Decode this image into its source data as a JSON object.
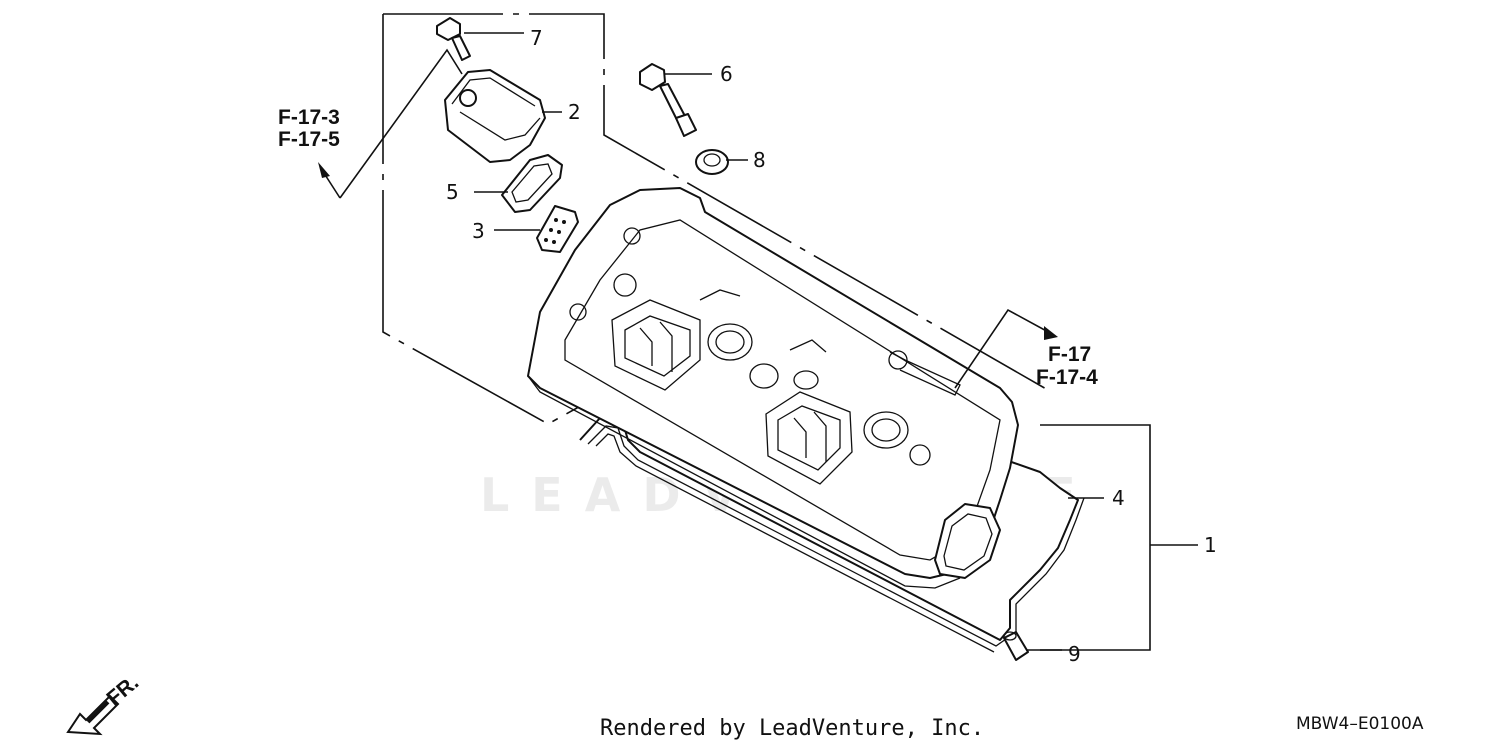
{
  "diagram": {
    "callouts": [
      {
        "id": "part-1",
        "label": "1"
      },
      {
        "id": "part-2",
        "label": "2"
      },
      {
        "id": "part-3",
        "label": "3"
      },
      {
        "id": "part-4",
        "label": "4"
      },
      {
        "id": "part-5",
        "label": "5"
      },
      {
        "id": "part-6",
        "label": "6"
      },
      {
        "id": "part-7",
        "label": "7"
      },
      {
        "id": "part-8",
        "label": "8"
      },
      {
        "id": "part-9",
        "label": "9"
      }
    ],
    "references": {
      "left_top": "F-17-3",
      "left_bottom": "F-17-5",
      "right_top": "F-17",
      "right_bottom": "F-17-4"
    },
    "direction_label": "FR.",
    "watermark": "LEADVENTURE"
  },
  "footer": {
    "credit": "Rendered by LeadVenture, Inc.",
    "code": "MBW4–E0100A"
  },
  "colors": {
    "ink": "#111111",
    "background": "#ffffff"
  }
}
